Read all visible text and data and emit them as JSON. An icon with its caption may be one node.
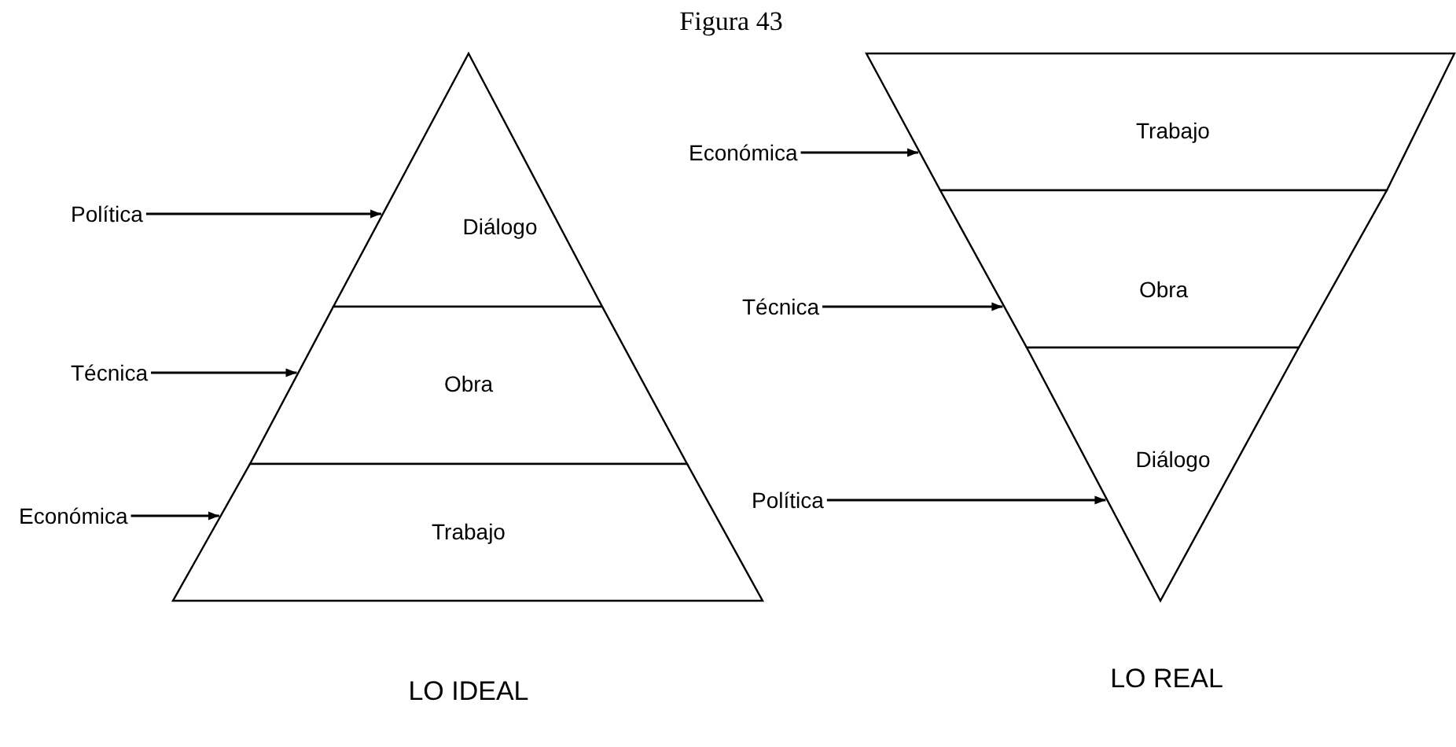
{
  "diagram": {
    "title": "Figura 43",
    "nodes": [
      {
        "text": [
          "Diálogo"
        ]
      },
      {
        "text": [
          "Obra"
        ]
      },
      {
        "text": [
          "Trabajo"
        ]
      },
      {
        "text": [
          "Política"
        ]
      },
      {
        "text": [
          "Técnica"
        ]
      },
      {
        "text": [
          "Económica"
        ]
      },
      {
        "text": [
          "Trabajo"
        ]
      },
      {
        "text": [
          "Obra"
        ]
      },
      {
        "text": [
          "Diálogo"
        ]
      },
      {
        "text": [
          "Económica"
        ]
      },
      {
        "text": [
          "Técnica"
        ]
      },
      {
        "text": [
          "Política"
        ]
      }
    ],
    "edges": [
      {
        "from": 3,
        "to": 0,
        "arrow": "to"
      },
      {
        "from": 4,
        "to": 1,
        "arrow": "to"
      },
      {
        "from": 5,
        "to": 2,
        "arrow": "to"
      },
      {
        "from": 9,
        "to": 6,
        "arrow": "to"
      },
      {
        "from": 10,
        "to": 7,
        "arrow": "to"
      },
      {
        "from": 11,
        "to": 8,
        "arrow": "to"
      }
    ],
    "labels": [
      "LO IDEAL",
      "LO REAL"
    ]
  }
}
